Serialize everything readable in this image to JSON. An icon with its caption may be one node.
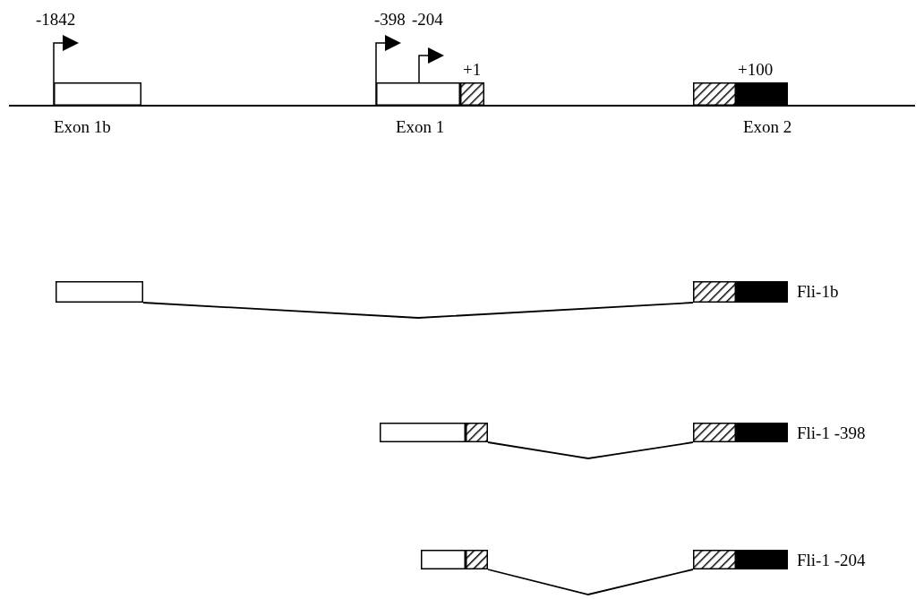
{
  "diagram": {
    "nodes": [
      {
        "text": [],
        "shape": "box",
        "beside": [
          "Exon 1b"
        ]
      },
      {
        "text": [],
        "shape": "box",
        "beside": [
          "Exon 1"
        ]
      },
      {
        "text": [],
        "shape": "box",
        "beside": [
          "Exon 2"
        ]
      },
      {
        "text": [],
        "shape": "box"
      },
      {
        "text": [],
        "shape": "box",
        "beside": [
          "Fli-1b"
        ]
      },
      {
        "text": [],
        "shape": "box"
      },
      {
        "text": [],
        "shape": "box",
        "beside": [
          "Fli-1 -398"
        ]
      },
      {
        "text": [],
        "shape": "box"
      },
      {
        "text": [],
        "shape": "box",
        "beside": [
          "Fli-1 -204"
        ]
      }
    ],
    "edges": [
      {
        "from": 3,
        "to": 4,
        "arrow": "none"
      },
      {
        "from": 5,
        "to": 6,
        "arrow": "none"
      },
      {
        "from": 7,
        "to": 8,
        "arrow": "none"
      }
    ],
    "labels": [
      "-1842",
      "-398",
      "-204",
      "+1",
      "+100"
    ]
  }
}
